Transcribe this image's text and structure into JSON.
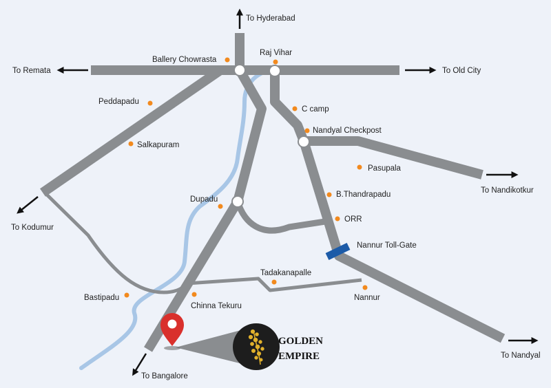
{
  "map": {
    "colors": {
      "background": "#eef2f9",
      "road": "#8a8d90",
      "river": "#a8c6e6",
      "marker": "#f28a1e",
      "toll_gate": "#1c5ba8",
      "pin": "#d9302c",
      "arrow": "#111111"
    },
    "directions": {
      "hyderabad": "To Hyderabad",
      "remata": "To Remata",
      "old_city": "To Old City",
      "kodumur": "To Kodumur",
      "nandikotkur": "To Nandikotkur",
      "nandyal": "To Nandyal",
      "bangalore": "To Bangalore"
    },
    "places": {
      "ballery_chowrasta": "Ballery Chowrasta",
      "raj_vihar": "Raj Vihar",
      "peddapadu": "Peddapadu",
      "c_camp": "C camp",
      "nandyal_checkpost": "Nandyal Checkpost",
      "salkapuram": "Salkapuram",
      "pasupala": "Pasupala",
      "b_thandrapadu": "B.Thandrapadu",
      "dupadu": "Dupadu",
      "orr": "ORR",
      "nannur_toll_gate": "Nannur Toll-Gate",
      "tadakanapalle": "Tadakanapalle",
      "bastipadu": "Bastipadu",
      "chinna_tekuru": "Chinna Tekuru",
      "nannur": "Nannur"
    },
    "project": {
      "name_line1": "GOLDEN",
      "name_line2": "EMPIRE",
      "pin_icon": "map-pin-icon",
      "logo_icon": "golden-shower-flower-icon"
    }
  }
}
